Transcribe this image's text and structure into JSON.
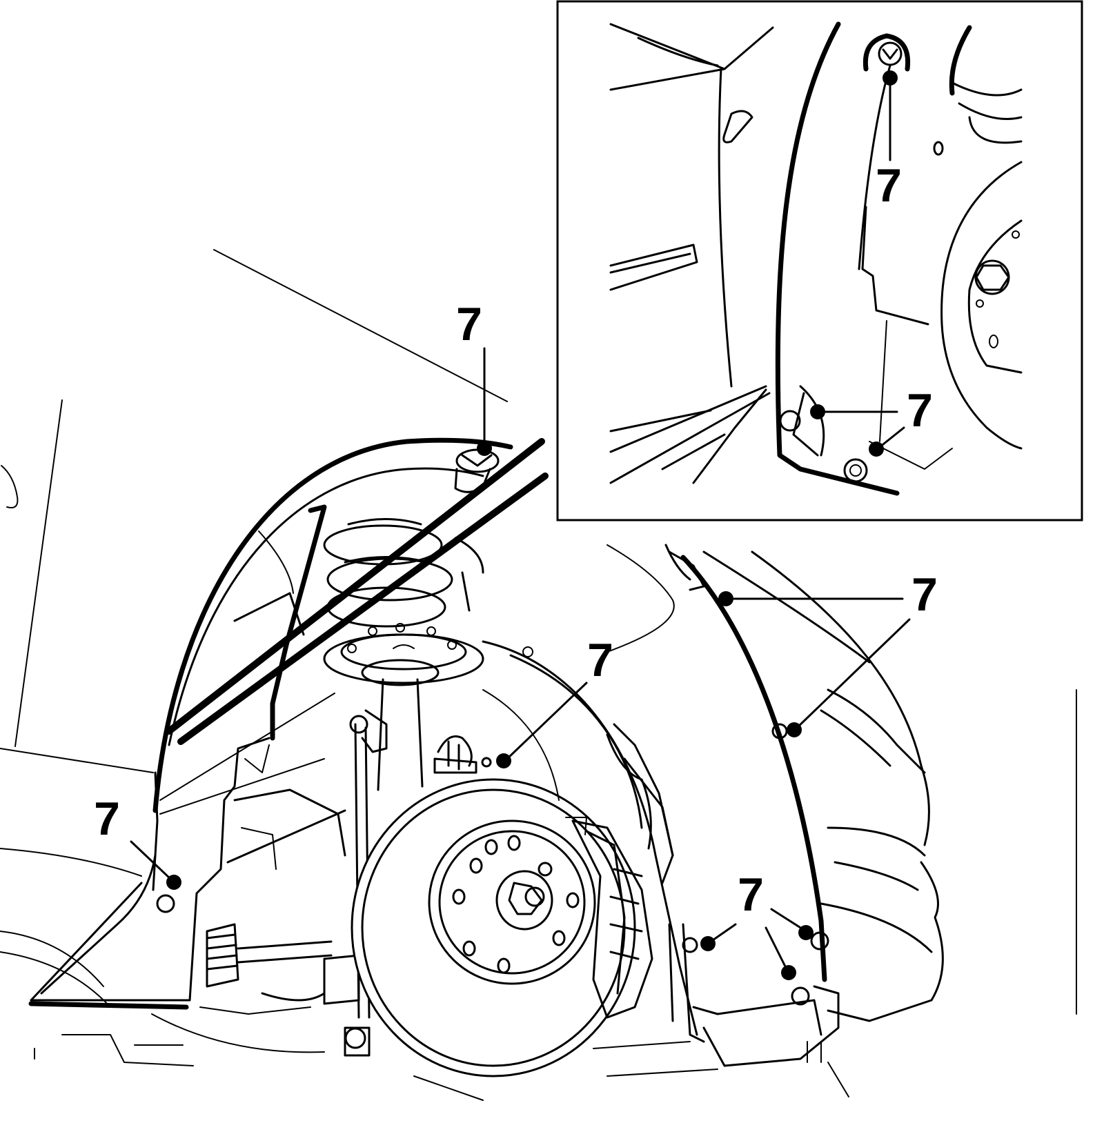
{
  "callouts": {
    "main_top": "7",
    "main_strut": "7",
    "main_left": "7",
    "main_right_upper": "7",
    "main_lower_right": "7",
    "inset_top": "7",
    "inset_bottom": "7"
  },
  "colors": {
    "line": "#000000",
    "background": "#ffffff"
  }
}
